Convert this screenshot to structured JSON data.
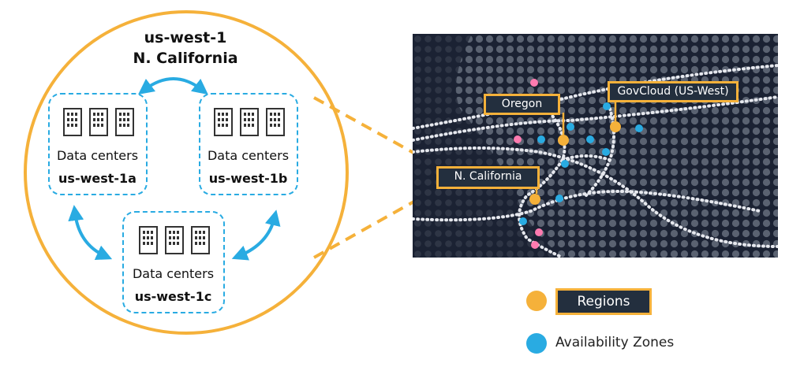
{
  "region": {
    "code": "us-west-1",
    "name": "N. California"
  },
  "availability_zones": [
    {
      "caption": "Data centers",
      "name": "us-west-1a"
    },
    {
      "caption": "Data centers",
      "name": "us-west-1b"
    },
    {
      "caption": "Data centers",
      "name": "us-west-1c"
    }
  ],
  "map": {
    "labels": {
      "oregon": "Oregon",
      "govcloud": "GovCloud (US-West)",
      "ncalifornia": "N. California"
    }
  },
  "legend": {
    "regions_label": "Regions",
    "az_label": "Availability Zones"
  },
  "colors": {
    "region": "#f5b13a",
    "availability_zone": "#29abe2",
    "edge_location": "#ff7bb0",
    "map_background": "#1b2233",
    "label_background": "#232f3e"
  }
}
